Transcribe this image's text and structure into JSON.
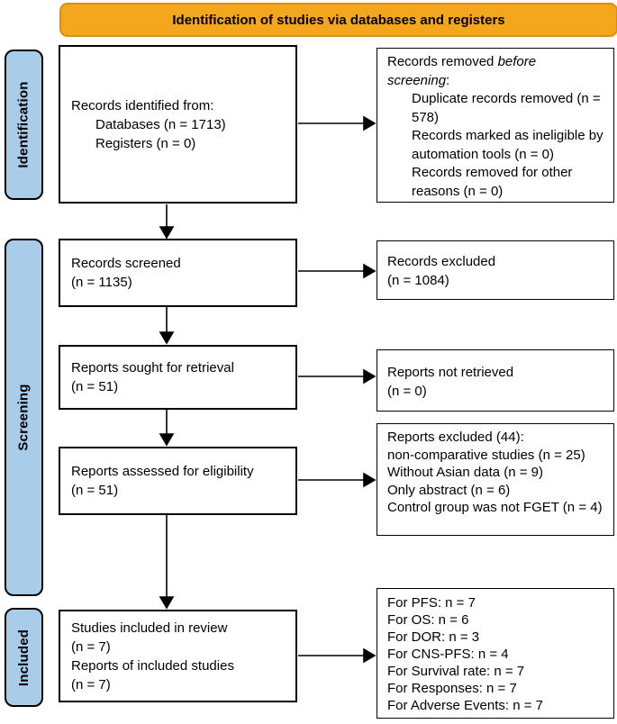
{
  "banner": {
    "title": "Identification of studies via databases and registers"
  },
  "stages": [
    {
      "label": "Identification"
    },
    {
      "label": "Screening"
    },
    {
      "label": "Included"
    }
  ],
  "colors": {
    "banner_fill": "#F4A71D",
    "banner_border": "#D8900F",
    "stage_fill": "#A9CCE9",
    "box_border": "#000000",
    "background": "#FFFFFF"
  },
  "left_boxes": {
    "identified": {
      "lines": [
        "Records identified from:",
        "Databases (n = 1713)",
        "Registers (n = 0)"
      ]
    },
    "screened": {
      "lines": [
        "Records screened",
        "(n = 1135)"
      ]
    },
    "sought": {
      "lines": [
        "Reports sought for retrieval",
        "(n = 51)"
      ]
    },
    "assessed": {
      "lines": [
        "Reports assessed for eligibility",
        "(n = 51)"
      ]
    },
    "included": {
      "lines": [
        "Studies included in review",
        "(n = 7)",
        "Reports of included studies",
        "(n = 7)"
      ]
    }
  },
  "right_boxes": {
    "removed": {
      "l1_prefix": "Records removed ",
      "l1_italic": "before",
      "l2_italic": "screening",
      "l2_suffix": ":",
      "items": [
        "Duplicate records removed (n = 578)",
        "Records marked as ineligible by automation tools (n = 0)",
        "Records removed for other reasons (n = 0)"
      ]
    },
    "excluded": {
      "lines": [
        "Records excluded",
        "(n = 1084)"
      ]
    },
    "not_retrieved": {
      "lines": [
        "Reports not retrieved",
        "(n = 0)"
      ]
    },
    "reports_excluded": {
      "lines": [
        "Reports excluded (44):",
        "non-comparative studies (n = 25)",
        "Without Asian data (n = 9)",
        "Only abstract (n = 6)",
        "Control group was not FGET (n = 4)"
      ]
    },
    "outcomes": {
      "lines": [
        "For PFS: n = 7",
        "For OS: n = 6",
        "For DOR: n = 3",
        "For CNS-PFS: n = 4",
        "For Survival rate: n = 7",
        "For Responses: n = 7",
        "For Adverse Events: n = 7"
      ]
    }
  }
}
